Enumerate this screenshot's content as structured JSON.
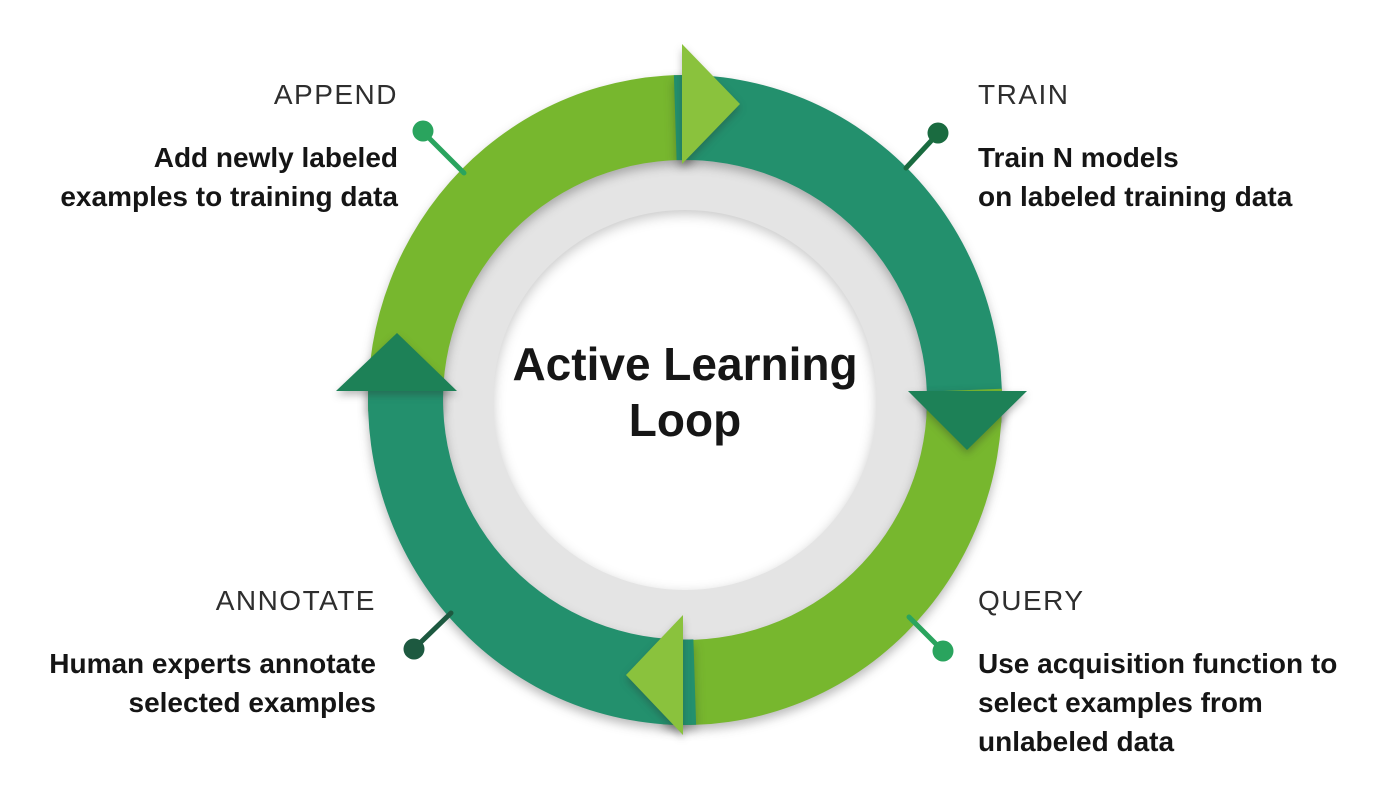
{
  "title": {
    "line1": "Active Learning",
    "line2": "Loop"
  },
  "stages": [
    {
      "id": "append",
      "label": "APPEND",
      "desc_lines": [
        "Add newly labeled",
        "examples to training data"
      ],
      "callout_color": "#2aa45e"
    },
    {
      "id": "train",
      "label": "TRAIN",
      "desc_lines": [
        "Train N models",
        "on labeled training data"
      ],
      "callout_color": "#1a6b40"
    },
    {
      "id": "query",
      "label": "QUERY",
      "desc_lines": [
        "Use acquisition function to",
        "select examples from",
        "unlabeled data"
      ],
      "callout_color": "#2aa45e"
    },
    {
      "id": "annotate",
      "label": "ANNOTATE",
      "desc_lines": [
        "Human experts annotate",
        "selected examples"
      ],
      "callout_color": "#1d5940"
    }
  ],
  "ring": {
    "arc_light": "#77b72e",
    "arrow_light": "#8ac23d",
    "arc_teal": "#23906d",
    "arrow_teal": "#1d8157",
    "gray": "#e4e4e4",
    "center_bg": "#ffffff"
  },
  "text_colors": {
    "label": "#2e2e2e",
    "body": "#151515",
    "title": "#161616"
  }
}
